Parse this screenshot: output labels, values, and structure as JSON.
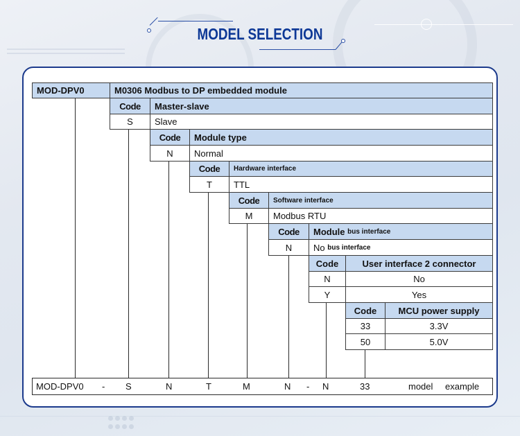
{
  "page": {
    "title": "MODEL SELECTION",
    "accent_color": "#0d3896",
    "header_fill": "#c6d9f0",
    "frame_color": "#1b3a8c"
  },
  "table": {
    "root": {
      "model": "MOD-DPV0",
      "description": "M0306 Modbus to DP embedded module"
    },
    "levels": [
      {
        "code_header": "Code",
        "title": "Master-slave",
        "title_suffix": "",
        "options": [
          {
            "code": "S",
            "label": "Slave"
          }
        ]
      },
      {
        "code_header": "Code",
        "title": "Module type",
        "title_suffix": "",
        "options": [
          {
            "code": "N",
            "label": "Normal"
          }
        ]
      },
      {
        "code_header": "Code",
        "title": "Hardware interface",
        "title_suffix": "",
        "options": [
          {
            "code": "T",
            "label": "TTL"
          }
        ]
      },
      {
        "code_header": "Code",
        "title": "Software interface",
        "title_suffix": "",
        "options": [
          {
            "code": "M",
            "label": "Modbus RTU"
          }
        ]
      },
      {
        "code_header": "Code",
        "title": "Module",
        "title_suffix": "bus interface",
        "options": [
          {
            "code": "N",
            "label": "No",
            "label_suffix": "bus interface"
          }
        ]
      },
      {
        "code_header": "Code",
        "title": "User interface 2 connector",
        "title_suffix": "",
        "options": [
          {
            "code": "N",
            "label": "No"
          },
          {
            "code": "Y",
            "label": "Yes"
          }
        ]
      },
      {
        "code_header": "Code",
        "title": "MCU power supply",
        "title_suffix": "",
        "options": [
          {
            "code": "33",
            "label": "3.3V"
          },
          {
            "code": "50",
            "label": "5.0V"
          }
        ]
      }
    ]
  },
  "example": {
    "parts": [
      "MOD-DPV0",
      "-",
      "S",
      "N",
      "T",
      "M",
      "N",
      "-",
      "N",
      "33"
    ],
    "label_1": "model",
    "label_2": "example"
  }
}
